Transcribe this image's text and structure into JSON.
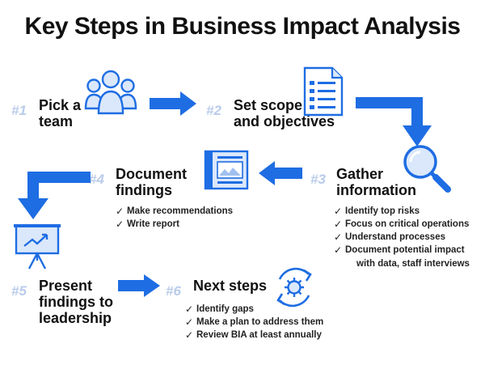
{
  "title": "Key Steps in Business Impact Analysis",
  "colors": {
    "accent": "#1e6de3",
    "number": "#b9cbea",
    "icon_fill": "#dbe8fb"
  },
  "steps": [
    {
      "number": "#1",
      "title_lines": [
        "Pick a",
        "team"
      ],
      "icon": "team-icon",
      "items": []
    },
    {
      "number": "#2",
      "title_lines": [
        "Set scope",
        "and objectives"
      ],
      "icon": "document-icon",
      "items": []
    },
    {
      "number": "#3",
      "title_lines": [
        "Gather",
        "information"
      ],
      "icon": "magnifier-icon",
      "items": [
        "Identify top risks",
        "Focus on critical operations",
        "Understand processes",
        "Document potential impact",
        "with data, staff interviews"
      ]
    },
    {
      "number": "#4",
      "title_lines": [
        "Document",
        "findings"
      ],
      "icon": "report-icon",
      "items": [
        "Make recommendations",
        "Write report"
      ]
    },
    {
      "number": "#5",
      "title_lines": [
        "Present",
        "findings to",
        "leadership"
      ],
      "icon": "presentation-icon",
      "items": []
    },
    {
      "number": "#6",
      "title_lines": [
        "Next steps"
      ],
      "icon": "cycle-gear-icon",
      "items": [
        "Identify gaps",
        "Make a plan to address them",
        "Review BIA at least annually"
      ]
    }
  ]
}
